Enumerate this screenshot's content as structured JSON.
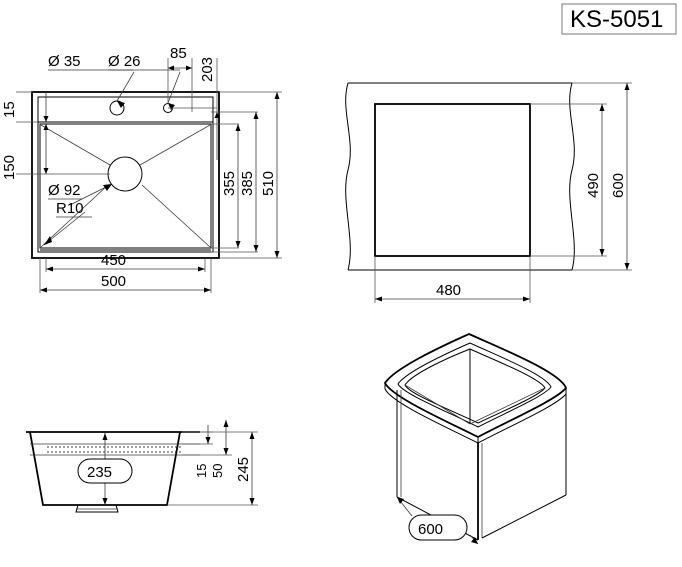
{
  "drawing": {
    "title_block": {
      "label": "KS-5051"
    },
    "views": [
      {
        "id": "top-plan",
        "name": "Sink top plan view",
        "dimensions": {
          "hole_large_dia": "Ø 35",
          "hole_small_dia": "Ø 26",
          "hole_offset": "85",
          "hole_row_depth": "203",
          "rim_width": "15",
          "hole_center_depth": "150",
          "drain_dia": "Ø 92",
          "corner_radius": "R10",
          "basin_width": "450",
          "overall_width": "500",
          "basin_depth_inner": "355",
          "basin_depth_outer": "385",
          "overall_depth": "510"
        }
      },
      {
        "id": "cutout-plan",
        "name": "Countertop cutout view",
        "dimensions": {
          "cutout_width": "480",
          "cutout_depth": "490",
          "cabinet_depth": "600"
        }
      },
      {
        "id": "section",
        "name": "Basin cross section",
        "dimensions": {
          "basin_width_bottom": "235",
          "rim_thickness": "15",
          "ledge_depth": "50",
          "overall_height": "245"
        }
      },
      {
        "id": "isometric",
        "name": "Cabinet isometric view",
        "dimensions": {
          "cabinet_width": "600"
        }
      }
    ]
  }
}
